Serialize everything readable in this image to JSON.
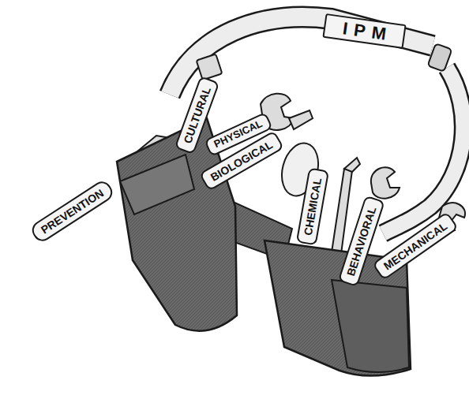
{
  "diagram": {
    "nodes": [
      {
        "text": [
          "IPM"
        ]
      },
      {
        "text": [
          "PREVENTION"
        ]
      },
      {
        "text": [
          "CULTURAL"
        ]
      },
      {
        "text": [
          "PHYSICAL"
        ]
      },
      {
        "text": [
          "BIOLOGICAL"
        ]
      },
      {
        "text": [
          "CHEMICAL"
        ]
      },
      {
        "text": [
          "BEHAVIORAL"
        ]
      },
      {
        "text": [
          "MECHANICAL"
        ]
      }
    ]
  }
}
